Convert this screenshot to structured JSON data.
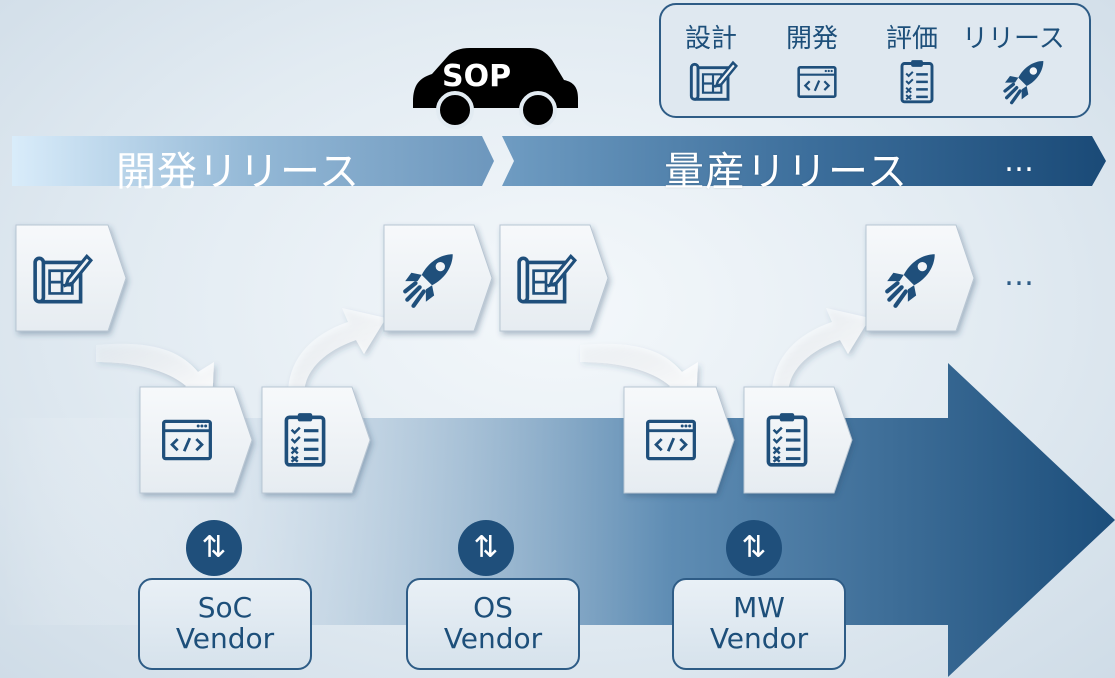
{
  "sop": {
    "label": "SOP"
  },
  "banners": {
    "dev_release": "開発リリース",
    "prod_release": "量産リリース",
    "banner_ellipsis": "…",
    "row_ellipsis": "…"
  },
  "legend": {
    "items": [
      {
        "label": "設計",
        "icon": "blueprint-icon"
      },
      {
        "label": "開発",
        "icon": "code-window-icon"
      },
      {
        "label": "評価",
        "icon": "checklist-icon"
      },
      {
        "label": "リリース",
        "icon": "rocket-icon"
      }
    ]
  },
  "vendors": [
    {
      "line1": "SoC",
      "line2": "Vendor",
      "icon": "exchange-arrows-icon"
    },
    {
      "line1": "OS",
      "line2": "Vendor",
      "icon": "exchange-arrows-icon"
    },
    {
      "line1": "MW",
      "line2": "Vendor",
      "icon": "exchange-arrows-icon"
    }
  ],
  "colors": {
    "accent_dark": "#1f4f7b",
    "accent_mid": "#4f83ad",
    "accent_light": "#d7e7f4",
    "car": "#000000",
    "tile_fill": "#f1f4f7"
  }
}
